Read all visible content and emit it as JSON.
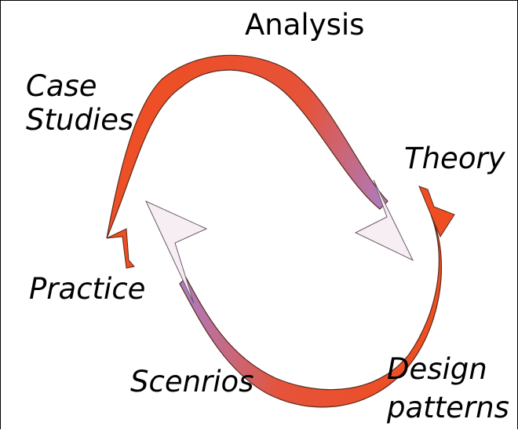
{
  "labels": {
    "analysis": "Analysis",
    "case_studies_line1": "Case",
    "case_studies_line2": "Studies",
    "theory": "Theory",
    "practice": "Practice",
    "scenarios": "Scenrios",
    "design_line1": "Design",
    "design_line2": "patterns"
  },
  "colors": {
    "band_orange": "#ef4e22",
    "band_purple": "#9f85de",
    "band_outline": "#5a2a1a",
    "arrowhead_fill": "#f6eef2",
    "text": "#000000"
  }
}
